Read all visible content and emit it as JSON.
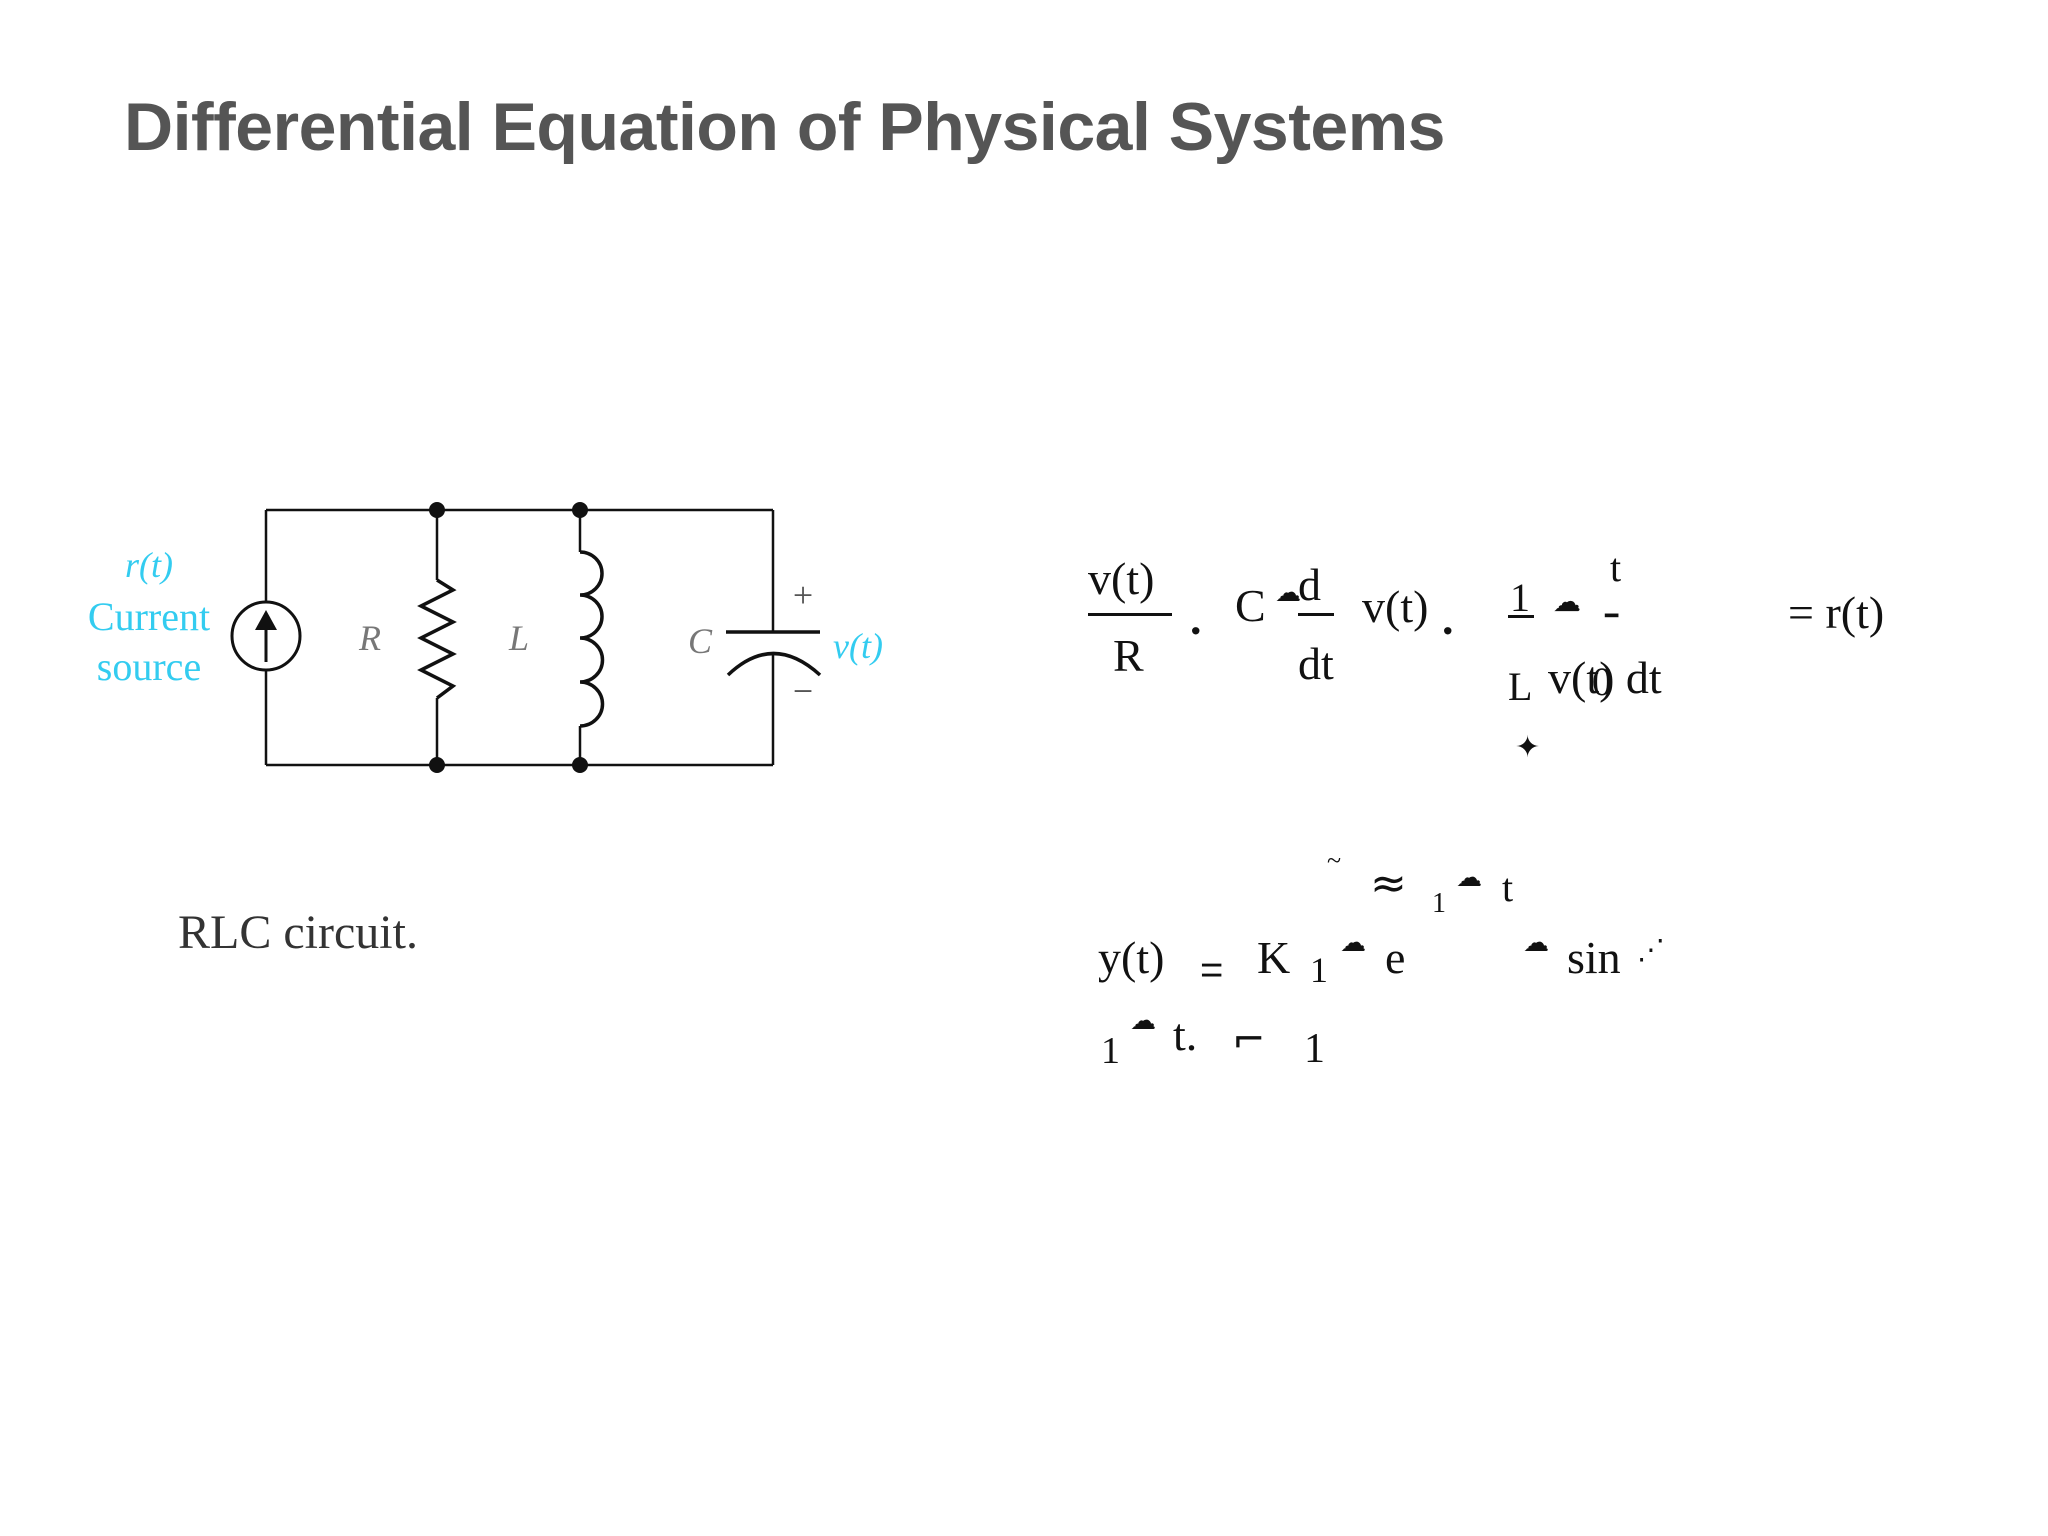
{
  "title": "Differential Equation of Physical Systems",
  "circuit": {
    "source_symbol": "r(t)",
    "source_label_line1": "Current",
    "source_label_line2": "source",
    "resistor_label": "R",
    "inductor_label": "L",
    "capacitor_label": "C",
    "plus_sign": "+",
    "minus_sign": "−",
    "voltage_label": "v(t)",
    "caption": "RLC circuit.",
    "accent_color": "#33ccf0"
  },
  "equation1": {
    "term1_num": "v(t)",
    "term1_den": "R",
    "op1": ".",
    "cap_C": "C",
    "d_num": "d",
    "dt_den": "dt",
    "vt": "v(t)",
    "op2": ".",
    "one_num": "1",
    "upper_limit": "t",
    "L_den": "L",
    "integrand": "v(t) dt",
    "lower_limit": "0",
    "rhs": "= r(t)"
  },
  "equation2": {
    "lhs": "y(t)",
    "equals": "=",
    "K": "K",
    "sub1a": "1",
    "e": "e",
    "sin": "sin",
    "tilde": "~",
    "sub1b": "1",
    "t_exp": "t",
    "line2_1": "1",
    "line2_t": "t.",
    "line2_bracket": "⌐",
    "line2_1b": "1"
  }
}
